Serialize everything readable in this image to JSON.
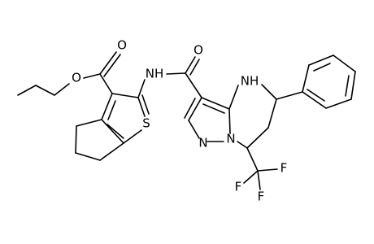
{
  "molecule": {
    "atom_labels": {
      "carbonyl_o_ester": "O",
      "ester_o": "O",
      "amide_nh": "NH",
      "amide_o": "O",
      "ring_nh": "NH",
      "thiophene_s": "S",
      "pyrazole_n1": "N",
      "pyrazole_n2": "N",
      "f1": "F",
      "f2": "F",
      "f3": "F"
    },
    "bond_color": "#000000",
    "background": "#ffffff"
  }
}
